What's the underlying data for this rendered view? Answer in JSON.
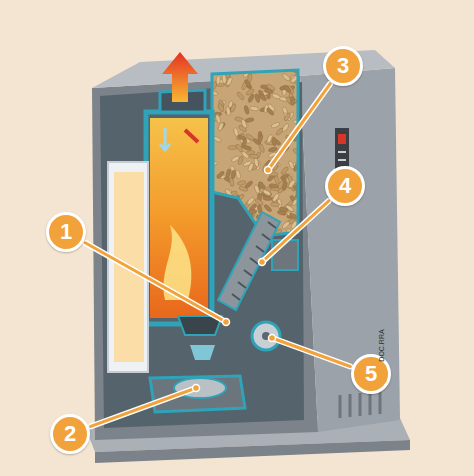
{
  "diagram": {
    "labels": [
      "1",
      "2",
      "3",
      "4",
      "5",
      "DOC.RRA"
    ]
  }
}
